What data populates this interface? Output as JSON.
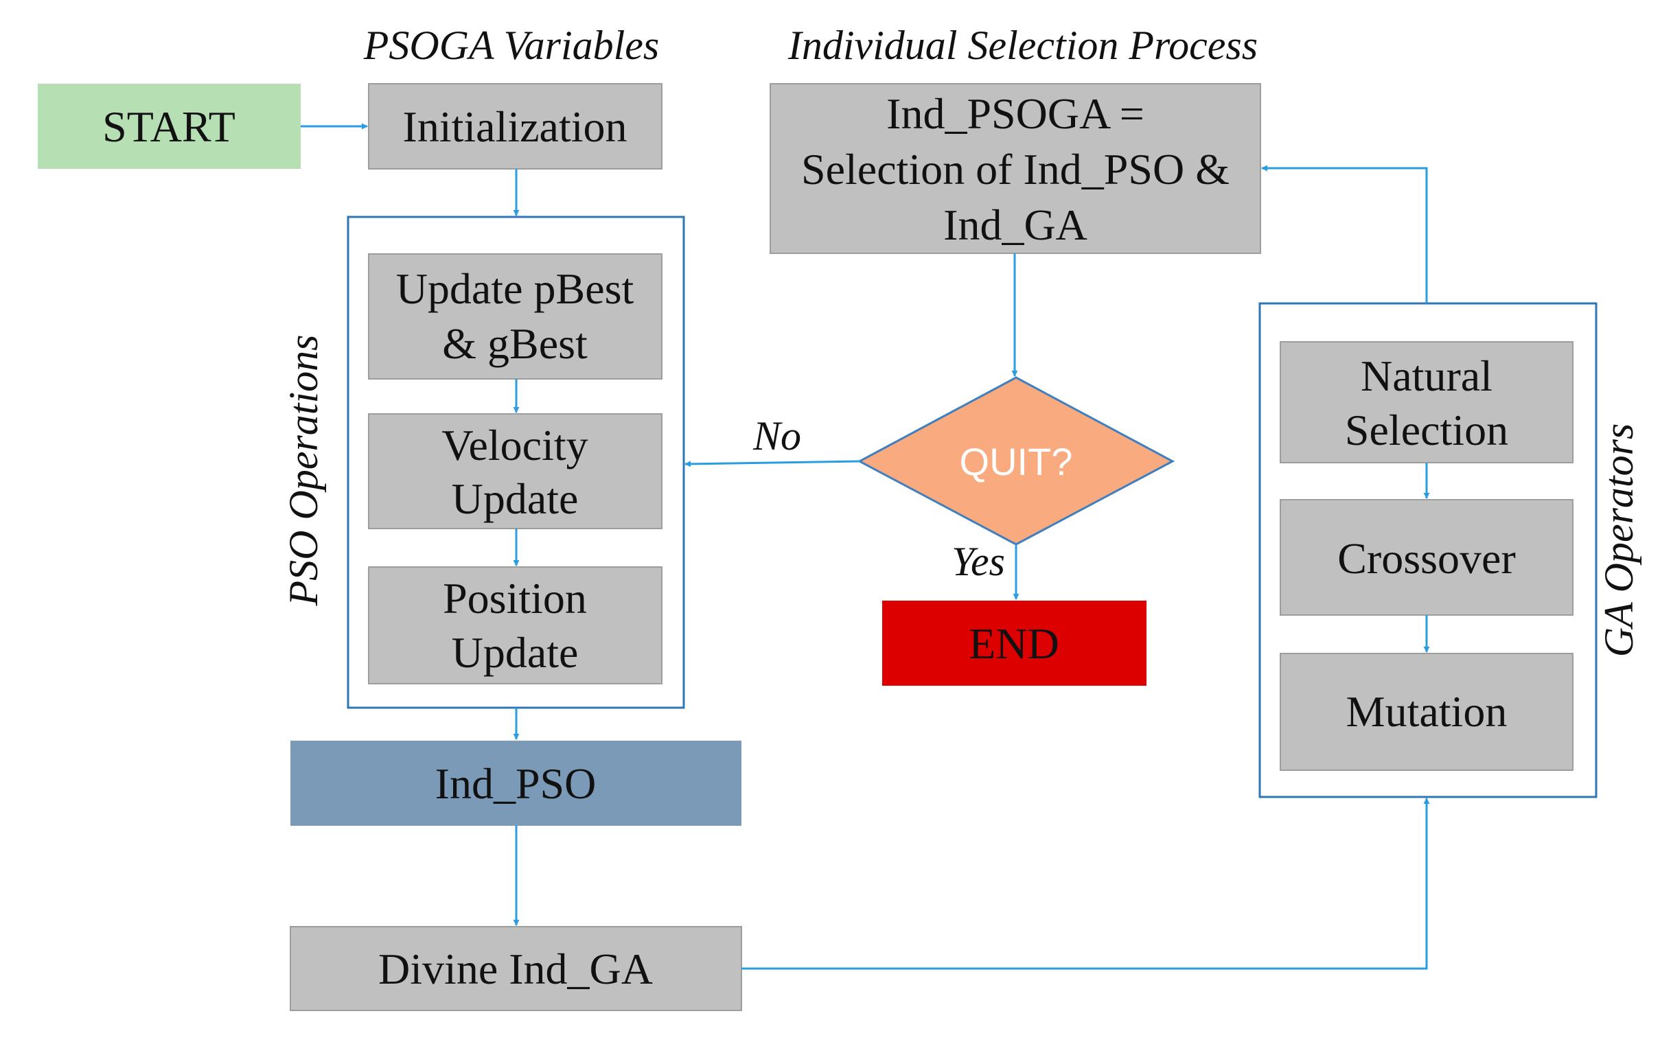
{
  "colors": {
    "start_fill": "#b6dfb3",
    "process_fill": "#c0c0c0",
    "process_border": "#9d9d9d",
    "pso_result_fill": "#7b9ab8",
    "end_fill": "#dd0000",
    "decision_fill": "#f9ab7f",
    "decision_border": "#3f7fbf",
    "group_border": "#2f76b6",
    "arrow": "#2a9ce0"
  },
  "section_titles": {
    "psoga_variables": "PSOGA Variables",
    "individual_selection": "Individual Selection Process",
    "pso_operations": "PSO Operations",
    "ga_operators": "GA Operators"
  },
  "nodes": {
    "start": "START",
    "initialization": "Initialization",
    "update_best": [
      "Update pBest",
      "& gBest"
    ],
    "velocity_update": [
      "Velocity",
      "Update"
    ],
    "position_update": [
      "Position",
      "Update"
    ],
    "ind_pso": "Ind_PSO",
    "divine_ind_ga": "Divine Ind_GA",
    "selection": [
      "Ind_PSOGA =",
      "Selection of Ind_PSO &",
      "Ind_GA"
    ],
    "quit": "QUIT?",
    "end": "END",
    "natural_selection": [
      "Natural",
      "Selection"
    ],
    "crossover": "Crossover",
    "mutation": "Mutation"
  },
  "edge_labels": {
    "no": "No",
    "yes": "Yes"
  }
}
